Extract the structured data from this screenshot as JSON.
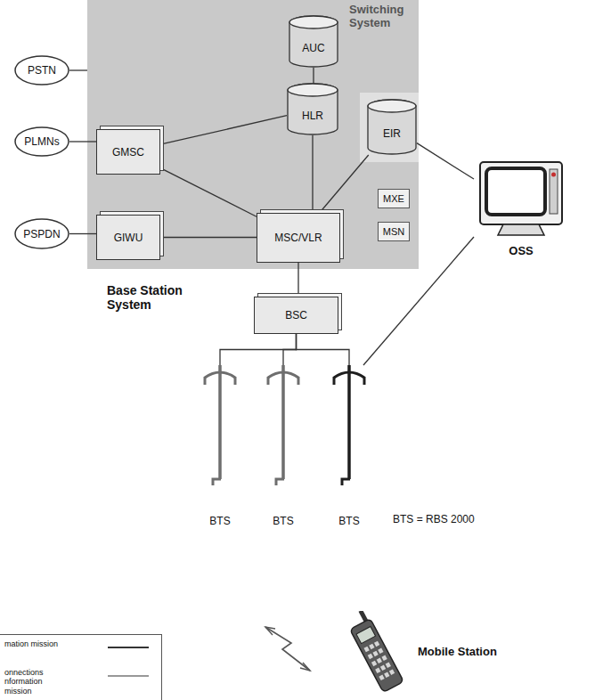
{
  "diagram": {
    "nodes": [
      {
        "text": [
          "Switching System"
        ]
      },
      {
        "text": [
          "AUC"
        ],
        "in": 0
      },
      {
        "text": [
          "GMSC"
        ],
        "in": 0
      },
      {
        "text": [
          "HLR"
        ],
        "in": 0
      },
      {
        "text": [
          "EIR"
        ],
        "in": 0
      },
      {
        "text": [
          "GIWU"
        ],
        "in": 0
      },
      {
        "text": [
          "MSC/VLR"
        ],
        "in": 0
      },
      {
        "text": [
          "MXE"
        ],
        "in": 0
      },
      {
        "text": [
          "MSN"
        ],
        "in": 0
      },
      {
        "text": [
          "PSTN"
        ]
      },
      {
        "text": [
          "PLMNs"
        ]
      },
      {
        "text": [
          "PSPDN"
        ]
      },
      {
        "text": [
          "OSS"
        ]
      },
      {
        "text": [
          "BSC"
        ]
      },
      {
        "text": [
          "BTS"
        ]
      },
      {
        "text": [
          "BTS"
        ]
      },
      {
        "text": [
          "BTS"
        ]
      },
      {
        "text": [
          "Mobile Station"
        ]
      }
    ],
    "edges": [
      {
        "from": 9,
        "to": 0,
        "arrow": "none"
      },
      {
        "from": 10,
        "to": 2,
        "arrow": "none"
      },
      {
        "from": 11,
        "to": 5,
        "arrow": "none"
      },
      {
        "from": 1,
        "to": 3,
        "arrow": "none"
      },
      {
        "from": 2,
        "to": 3,
        "arrow": "none"
      },
      {
        "from": 3,
        "to": 6,
        "arrow": "none"
      },
      {
        "from": 2,
        "to": 6,
        "arrow": "none"
      },
      {
        "from": 4,
        "to": 6,
        "arrow": "none"
      },
      {
        "from": 5,
        "to": 6,
        "arrow": "none"
      },
      {
        "from": 4,
        "to": 12,
        "arrow": "none"
      },
      {
        "from": 6,
        "to": 13,
        "arrow": "none"
      },
      {
        "from": 13,
        "to": 14,
        "arrow": "none"
      },
      {
        "from": 13,
        "to": 15,
        "arrow": "none"
      },
      {
        "from": 13,
        "to": 16,
        "arrow": "none"
      },
      {
        "from": 16,
        "to": 12,
        "arrow": "none"
      }
    ],
    "labels": [
      "Base Station System",
      "BTS = RBS 2000"
    ],
    "legend": [
      {
        "text": "mation mission"
      },
      {
        "text": "onnections nformation mission"
      }
    ]
  }
}
